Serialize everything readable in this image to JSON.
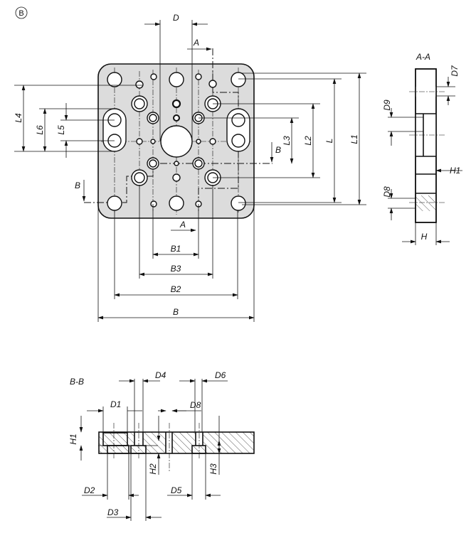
{
  "view_marker": "B",
  "top_view": {
    "labels": {
      "D": "D",
      "A_top": "A",
      "A_bottom": "A",
      "B_left": "B",
      "B_right": "B",
      "L4": "L4",
      "L6": "L6",
      "L5": "L5",
      "L3": "L3",
      "L2": "L2",
      "L": "L",
      "L1": "L1",
      "B1": "B1",
      "B3": "B3",
      "B2": "B2",
      "B": "B"
    },
    "plate_color": "#dcdcdc"
  },
  "section_aa": {
    "title": "A-A",
    "labels": {
      "D7": "D7",
      "D9": "D9",
      "H1": "H1",
      "D8": "D8",
      "H": "H"
    }
  },
  "section_bb": {
    "title": "B-B",
    "labels": {
      "D4": "D4",
      "D6": "D6",
      "D1": "D1",
      "D8": "D8",
      "H1": "H1",
      "H2": "H2",
      "H3": "H3",
      "D2": "D2",
      "D5": "D5",
      "D3": "D3"
    }
  }
}
